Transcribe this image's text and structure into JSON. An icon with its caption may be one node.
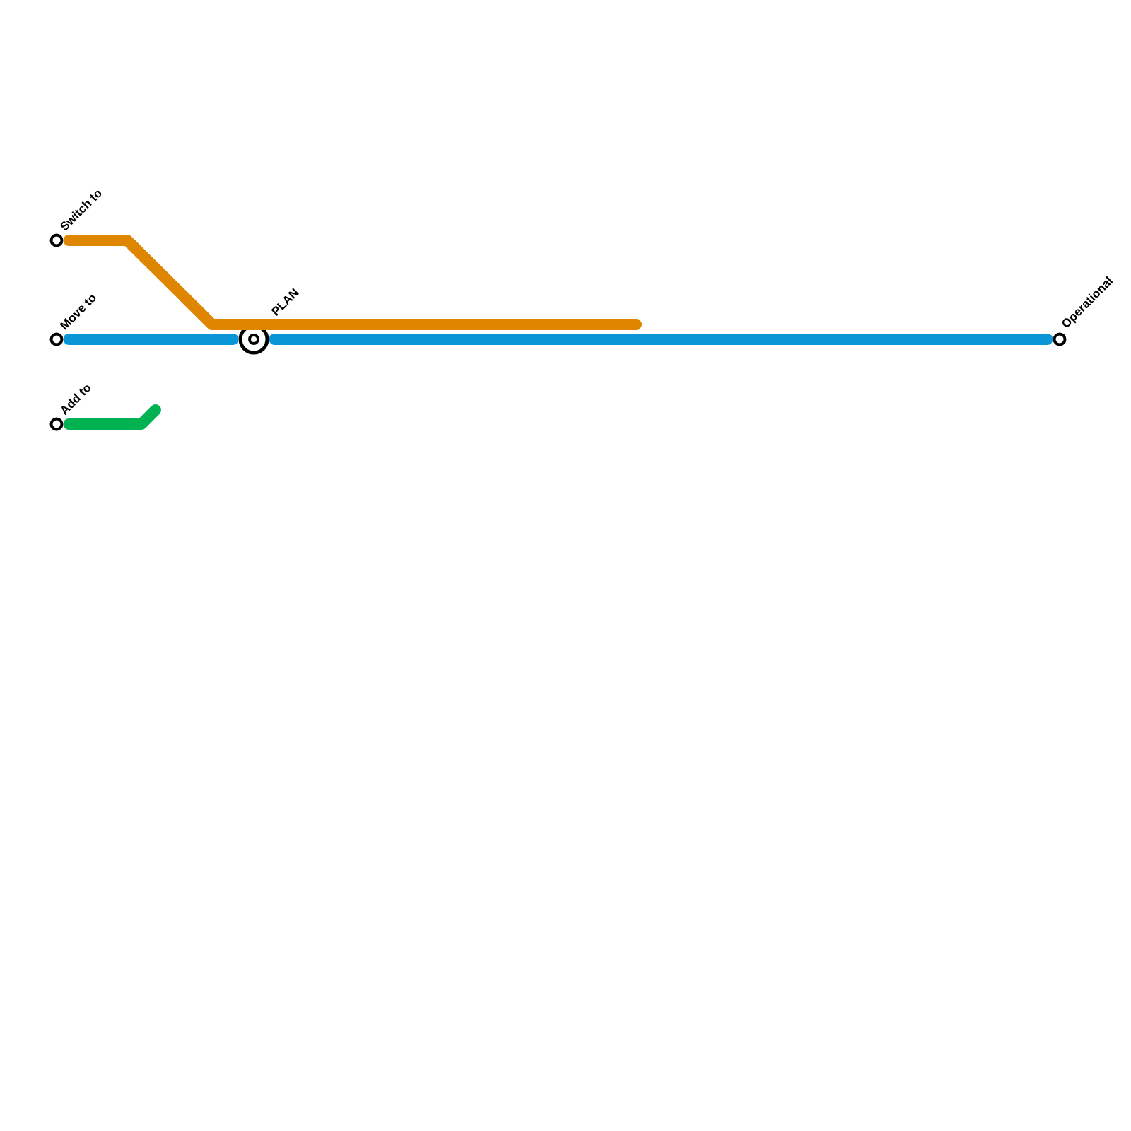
{
  "diagram": {
    "nodes": [
      {
        "text": [
          "Switch to"
        ]
      },
      {
        "text": [
          "Move to"
        ]
      },
      {
        "text": [
          "Add to"
        ]
      },
      {
        "text": [
          "PLAN"
        ]
      },
      {
        "text": [
          "Operational"
        ]
      }
    ],
    "edges": [
      {
        "from": 0,
        "to": null,
        "arrow": "none",
        "color": "#df8600"
      },
      {
        "from": 1,
        "to": 3,
        "arrow": "none",
        "color": "#0a96d6"
      },
      {
        "from": 3,
        "to": 4,
        "arrow": "none",
        "color": "#0a96d6"
      },
      {
        "from": 2,
        "to": null,
        "arrow": "none",
        "color": "#00b251"
      }
    ]
  }
}
